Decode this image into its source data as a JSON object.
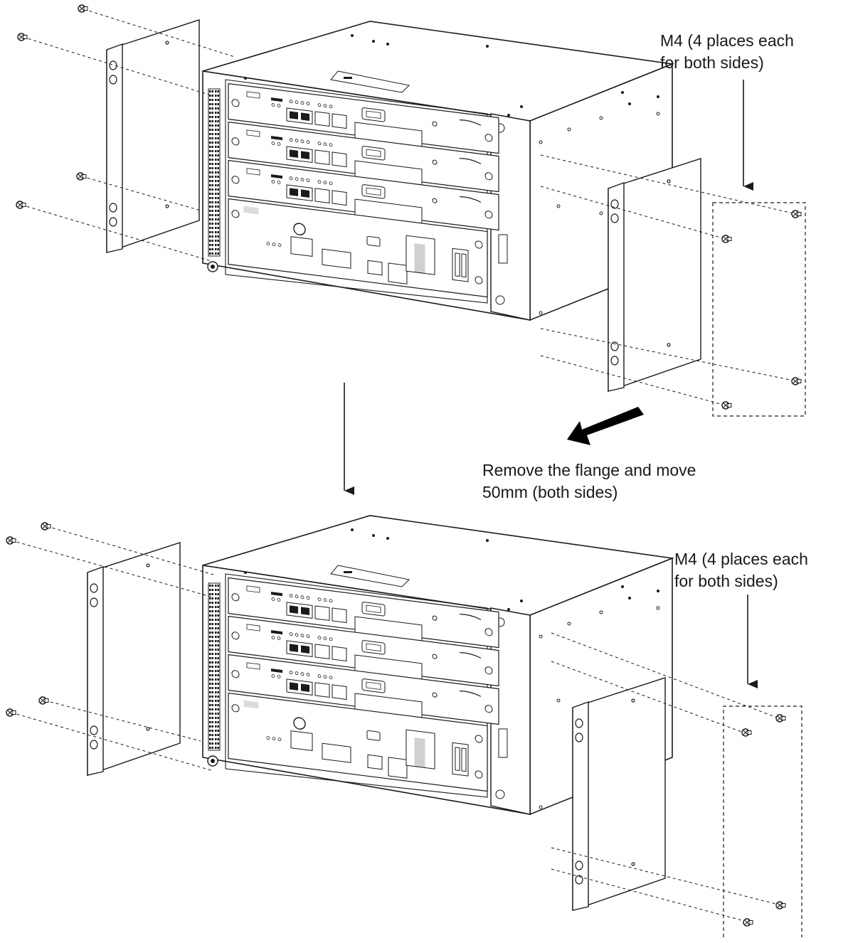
{
  "figure": {
    "top_callout": {
      "line1": "M4 (4 places each",
      "line2": "for both sides)"
    },
    "middle_callout": {
      "line1": "Remove the flange and move",
      "line2": "50mm (both sides)"
    },
    "bottom_callout": {
      "line1": "M4 (4 places each",
      "line2": "for both sides)"
    }
  },
  "colors": {
    "line": "#1a1a1a",
    "panel_face": "#ffffff",
    "arrow_fill": "#000000"
  }
}
